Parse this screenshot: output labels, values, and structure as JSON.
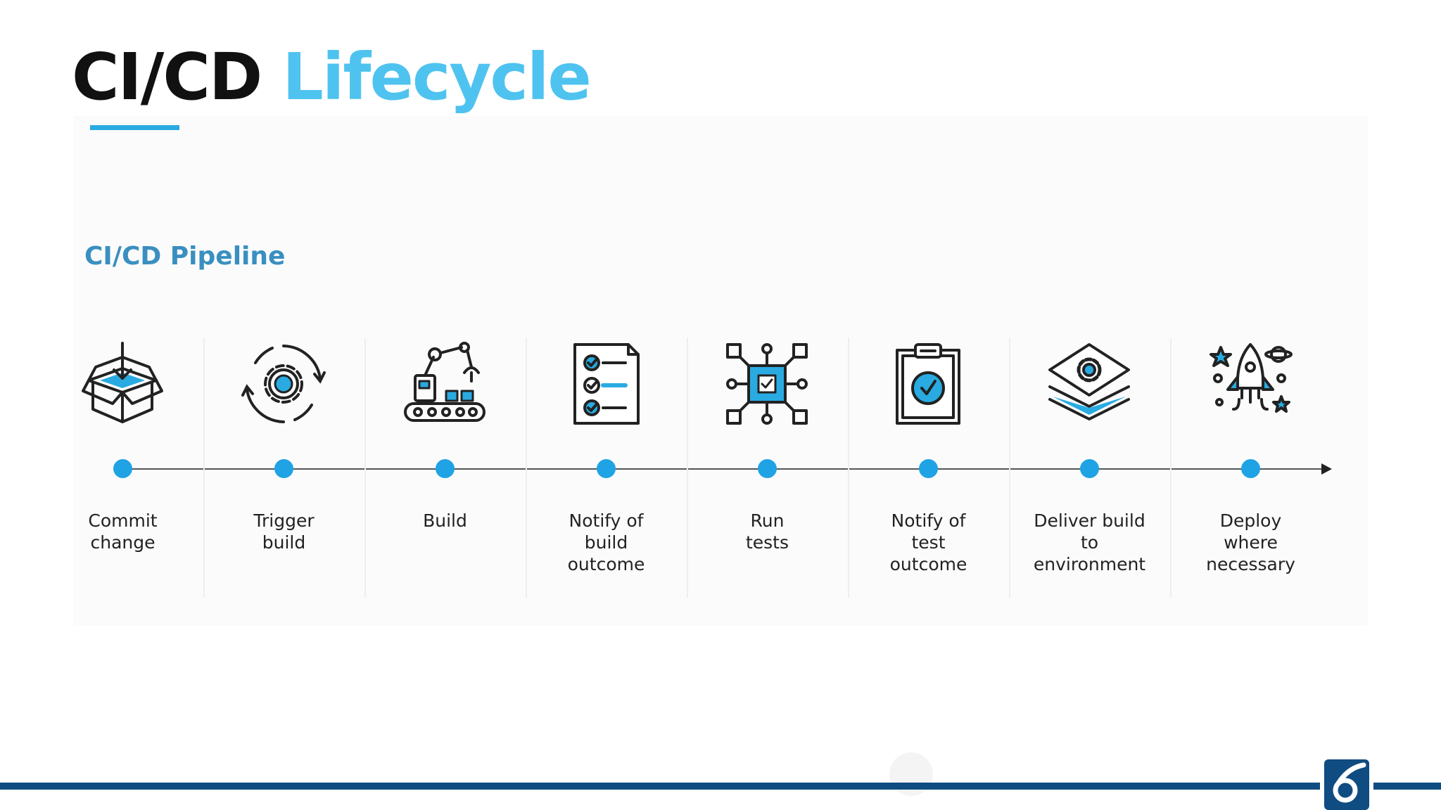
{
  "title": {
    "dark": "CI/CD",
    "accent": "Lifecycle"
  },
  "subtitle": "CI/CD Pipeline",
  "stages": [
    {
      "label": "Commit\nchange",
      "icon": "open-box-icon"
    },
    {
      "label": "Trigger\nbuild",
      "icon": "gear-cycle-icon"
    },
    {
      "label": "Build",
      "icon": "robot-arm-conveyor-icon"
    },
    {
      "label": "Notify of\nbuild\noutcome",
      "icon": "checklist-document-icon"
    },
    {
      "label": "Run\ntests",
      "icon": "circuit-chip-icon"
    },
    {
      "label": "Notify of\ntest\noutcome",
      "icon": "clipboard-check-icon"
    },
    {
      "label": "Deliver build\nto\nenvironment",
      "icon": "layers-gear-icon"
    },
    {
      "label": "Deploy\nwhere\nnecessary",
      "icon": "rocket-launch-icon"
    }
  ],
  "colors": {
    "accent": "#29abe2",
    "title_accent": "#4fc3ef",
    "subtitle": "#3a8fc0",
    "dot": "#1fa3e4",
    "footer": "#0f4c81"
  },
  "logo": {
    "icon": "company-logo-icon"
  }
}
